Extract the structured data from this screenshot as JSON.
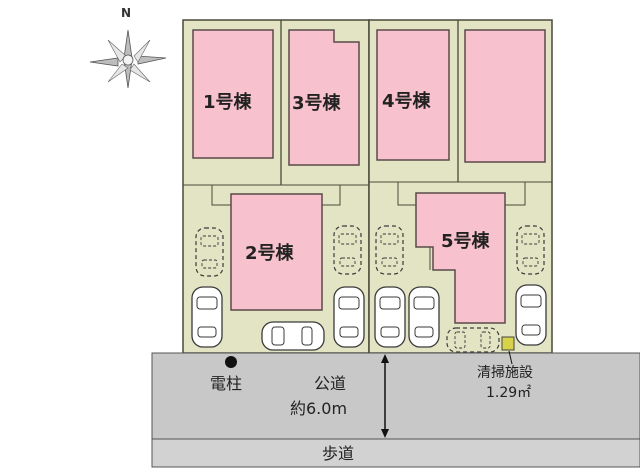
{
  "compass": {
    "north_label": "N"
  },
  "houses": {
    "house1": "1号棟",
    "house2": "2号棟",
    "house3": "3号棟",
    "house4": "4号棟",
    "house5": "5号棟"
  },
  "road": {
    "name": "公道",
    "width": "約6.0m"
  },
  "sidewalk": {
    "name": "歩道"
  },
  "utility_pole": {
    "label": "電柱"
  },
  "trash_station": {
    "name": "清掃施設",
    "area": "1.29㎡"
  },
  "colors": {
    "lot_fill": "#e2e4c4",
    "house_fill": "#f7c1cd",
    "road_fill": "#c8c8c8",
    "trash_marker": "#d8d24a"
  }
}
